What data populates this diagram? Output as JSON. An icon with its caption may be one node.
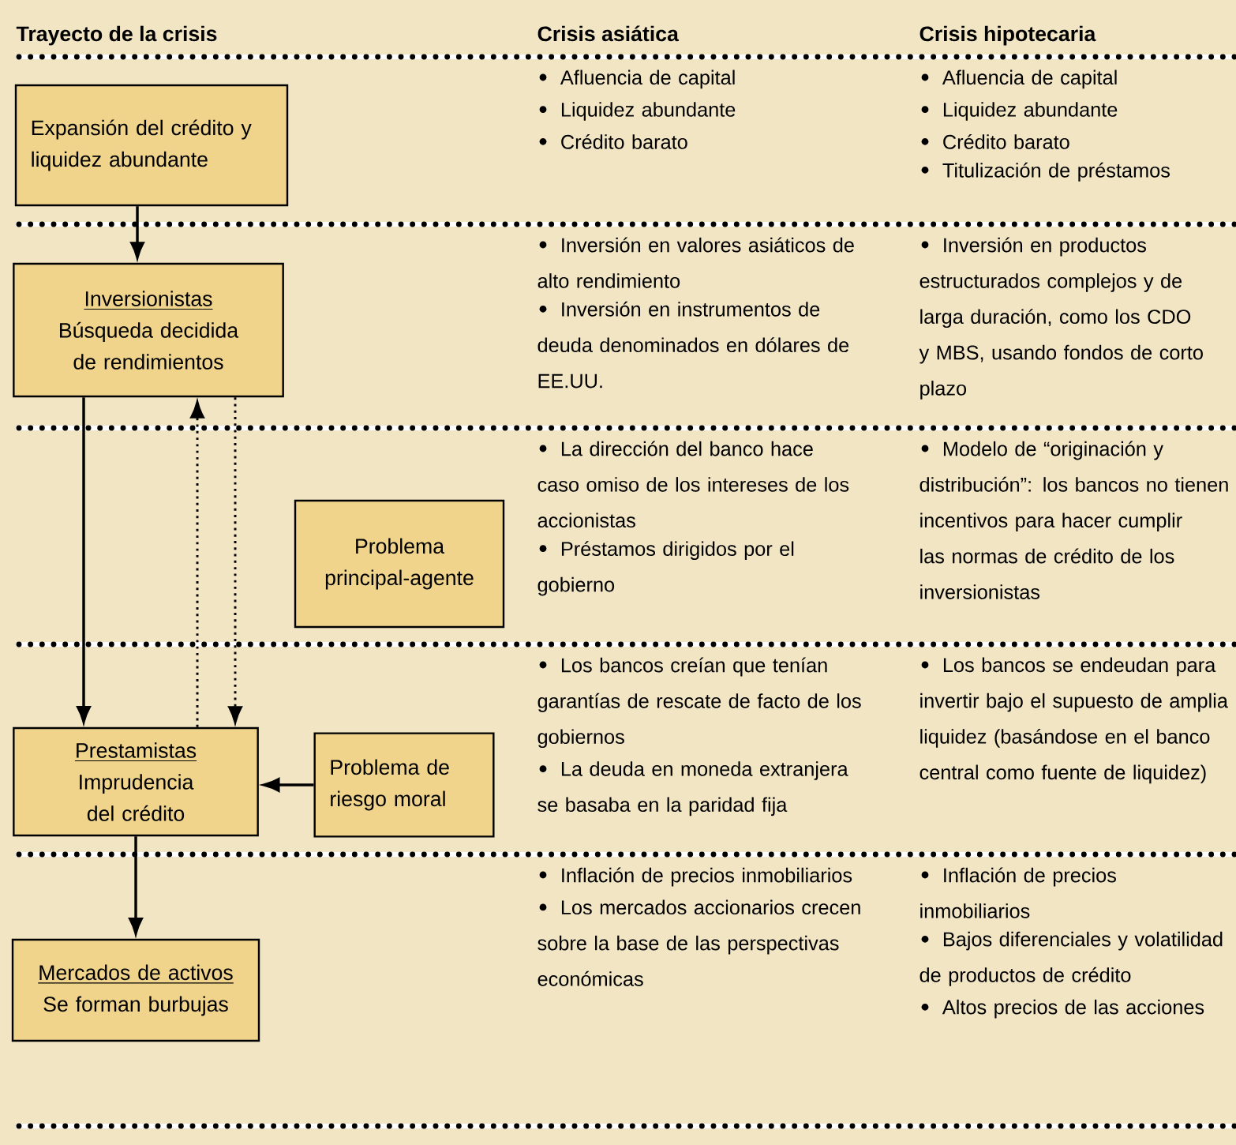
{
  "diagram": {
    "nodes": [
      {
        "text": [
          "Expansión del crédito y liquidez abundante"
        ]
      },
      {
        "text": [
          "Inversionistas",
          "Búsqueda decidida de rendimientos"
        ]
      },
      {
        "text": [
          "Problema principal-agente"
        ]
      },
      {
        "text": [
          "Prestamistas",
          "Imprudencia del crédito"
        ]
      },
      {
        "text": [
          "Problema de riesgo moral"
        ]
      },
      {
        "text": [
          "Mercados de activos",
          "Se forman burbujas"
        ]
      }
    ],
    "edges": [
      {
        "from": 0,
        "to": 1,
        "arrow": "to"
      },
      {
        "from": 1,
        "to": 3,
        "arrow": "to"
      },
      {
        "from": 3,
        "to": 1,
        "arrow": "to",
        "style": "dashed"
      },
      {
        "from": 1,
        "to": 3,
        "arrow": "to",
        "style": "dashed"
      },
      {
        "from": 4,
        "to": 3,
        "arrow": "to"
      },
      {
        "from": 3,
        "to": 5,
        "arrow": "to"
      }
    ],
    "labels": [
      "Trayecto de la crisis",
      "Crisis asiática",
      "Crisis hipotecaria",
      "Afluencia de capital",
      "Liquidez abundante",
      "Crédito barato",
      "Afluencia de capital",
      "Liquidez abundante",
      "Crédito barato",
      "Titulización de préstamos",
      "Inversión en valores asiáticos de alto rendimiento",
      "Inversión en instrumentos de deuda denominados en dólares de EE.UU.",
      "Inversión en productos estructurados complejos y de larga duración, como los CDO y MBS, usando fondos de corto plazo",
      "La dirección del banco hace caso omiso de los intereses de los accionistas",
      "Préstamos dirigidos por el gobierno",
      "Modelo de “originación y distribución”: los bancos no tienen incentivos para hacer cumplir las normas de crédito de los inversionistas",
      "Los bancos creían que tenían garantías de rescate de facto de los gobiernos",
      "La deuda en moneda extranjera se basaba en la paridad fija",
      "Los bancos se endeudan para invertir bajo el supuesto de amplia liquidez (basándose en el banco central como fuente de liquidez)",
      "Inflación de precios inmobiliarios",
      "Los mercados accionarios crecen sobre la base de las perspectivas económicas",
      "Inflación de precios inmobiliarios",
      "Bajos diferenciales y volatilidad de productos de crédito",
      "Altos precios de las acciones"
    ]
  }
}
